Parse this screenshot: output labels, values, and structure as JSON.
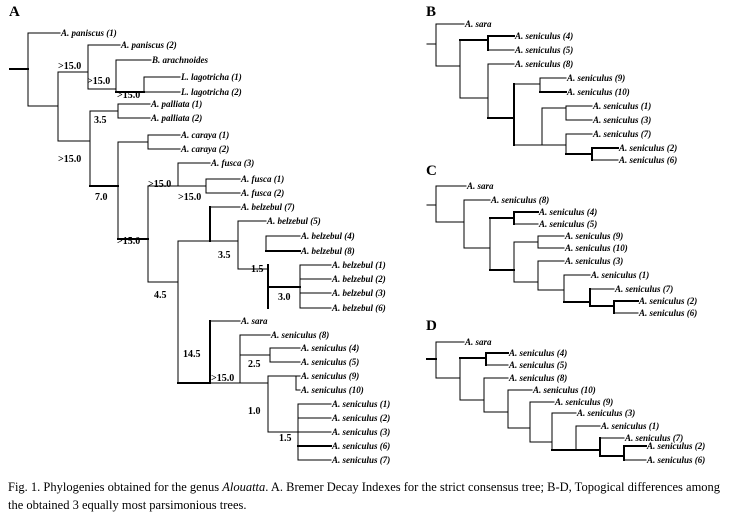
{
  "panels": [
    "A",
    "B",
    "C",
    "D"
  ],
  "trees": {
    "A": {
      "leaves": [
        "A. paniscus (1)",
        "A. paniscus (2)",
        "B. arachnoides",
        "L. lagotricha (1)",
        "L. lagotricha (2)",
        "A. palliata (1)",
        "A. palliata (2)",
        "A. caraya (1)",
        "A. caraya (2)",
        "A. fusca (3)",
        "A. fusca (1)",
        "A. fusca (2)",
        "A. belzebul (7)",
        "A. belzebul (5)",
        "A. belzebul (4)",
        "A. belzebul (8)",
        "A. belzebul (1)",
        "A. belzebul (2)",
        "A. belzebul (3)",
        "A. belzebul (6)",
        "A. sara",
        "A. seniculus (8)",
        "A. seniculus (4)",
        "A. seniculus (5)",
        "A. seniculus (9)",
        "A. seniculus (10)",
        "A. seniculus (1)",
        "A. seniculus (2)",
        "A. seniculus (3)",
        "A. seniculus (6)",
        "A. seniculus (7)"
      ],
      "support_labels": [
        ">15.0",
        ">15.0",
        ">15.0",
        "3.5",
        ">15.0",
        "7.0",
        ">15.0",
        ">15.0",
        ">15.0",
        "3.5",
        "1.5",
        "3.0",
        "4.5",
        "14.5",
        ">15.0",
        "2.5",
        "1.0",
        "1.5"
      ]
    },
    "B": {
      "leaves": [
        "A. sara",
        "A. seniculus (4)",
        "A. seniculus (5)",
        "A. seniculus (8)",
        "A. seniculus (9)",
        "A. seniculus (10)",
        "A. seniculus (1)",
        "A. seniculus (3)",
        "A. seniculus (7)",
        "A. seniculus (2)",
        "A. seniculus (6)"
      ]
    },
    "C": {
      "leaves": [
        "A. sara",
        "A. seniculus (8)",
        "A. seniculus (4)",
        "A. seniculus (5)",
        "A. seniculus (9)",
        "A. seniculus (10)",
        "A. seniculus (3)",
        "A. seniculus (1)",
        "A. seniculus (7)",
        "A. seniculus (2)",
        "A. seniculus (6)"
      ]
    },
    "D": {
      "leaves": [
        "A. sara",
        "A. seniculus (4)",
        "A. seniculus (5)",
        "A. seniculus (8)",
        "A. seniculus (10)",
        "A. seniculus (9)",
        "A. seniculus (3)",
        "A. seniculus (1)",
        "A. seniculus (7)",
        "A. seniculus (2)",
        "A. seniculus (6)"
      ]
    }
  },
  "caption": {
    "prefix": "Fig. 1. Phylogenies obtained for the genus ",
    "genus": "Alouatta",
    "suffix": ".  A. Bremer Decay Indexes for the strict consensus tree; B-D, Topogical differences among the obtained 3 equally most parsimonious trees."
  }
}
